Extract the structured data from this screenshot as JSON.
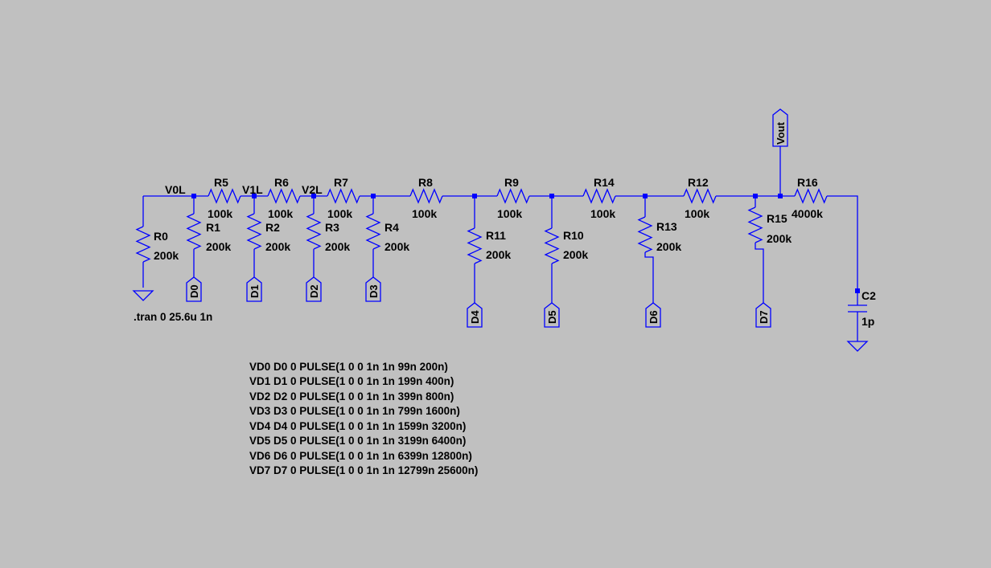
{
  "colors": {
    "wire": "#0000ff",
    "background": "#c0c0c0",
    "text": "#000000"
  },
  "nets": {
    "v0l": "V0L",
    "v1l": "V1L",
    "v2l": "V2L"
  },
  "components": {
    "R0": {
      "name": "R0",
      "value": "200k"
    },
    "R1": {
      "name": "R1",
      "value": "200k"
    },
    "R2": {
      "name": "R2",
      "value": "200k"
    },
    "R3": {
      "name": "R3",
      "value": "200k"
    },
    "R4": {
      "name": "R4",
      "value": "200k"
    },
    "R5": {
      "name": "R5",
      "value": "100k"
    },
    "R6": {
      "name": "R6",
      "value": "100k"
    },
    "R7": {
      "name": "R7",
      "value": "100k"
    },
    "R8": {
      "name": "R8",
      "value": "100k"
    },
    "R9": {
      "name": "R9",
      "value": "100k"
    },
    "R10": {
      "name": "R10",
      "value": "200k"
    },
    "R11": {
      "name": "R11",
      "value": "200k"
    },
    "R12": {
      "name": "R12",
      "value": "100k"
    },
    "R13": {
      "name": "R13",
      "value": "200k"
    },
    "R14": {
      "name": "R14",
      "value": "100k"
    },
    "R15": {
      "name": "R15",
      "value": "200k"
    },
    "R16": {
      "name": "R16",
      "value": "4000k"
    },
    "C2": {
      "name": "C2",
      "value": "1p"
    }
  },
  "ports": [
    "D0",
    "D1",
    "D2",
    "D3",
    "D4",
    "D5",
    "D6",
    "D7",
    "Vout"
  ],
  "directive": ".tran 0 25.6u 1n",
  "sources": [
    "VD0 D0 0 PULSE(1 0 0 1n 1n 99n 200n)",
    "VD1 D1 0 PULSE(1 0 0 1n 1n 199n 400n)",
    "VD2 D2 0 PULSE(1 0 0 1n 1n 399n 800n)",
    "VD3 D3 0 PULSE(1 0 0 1n 1n 799n 1600n)",
    "VD4 D4 0 PULSE(1 0 0 1n 1n 1599n 3200n)",
    "VD5 D5 0 PULSE(1 0 0 1n 1n 3199n 6400n)",
    "VD6 D6 0 PULSE(1 0 0 1n 1n 6399n 12800n)",
    "VD7 D7 0 PULSE(1 0 0 1n 1n 12799n 25600n)"
  ]
}
